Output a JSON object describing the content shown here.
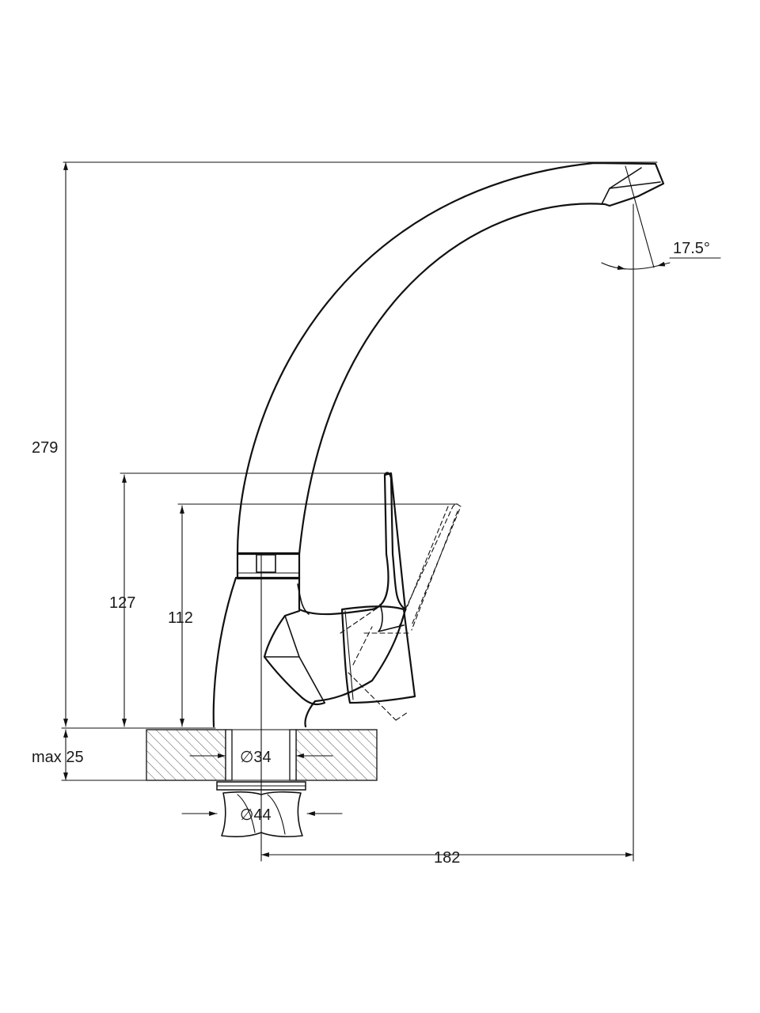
{
  "drawing": {
    "dimensions": {
      "total_height": "279",
      "lever_height_outer": "127",
      "lever_height_inner": "112",
      "max_thickness": "max 25",
      "hole_diameter": "∅34",
      "nut_diameter": "∅44",
      "spout_reach": "182",
      "spout_angle": "17.5°"
    },
    "colors": {
      "line": "#111111",
      "hatch": "#555555",
      "background": "#ffffff"
    }
  }
}
